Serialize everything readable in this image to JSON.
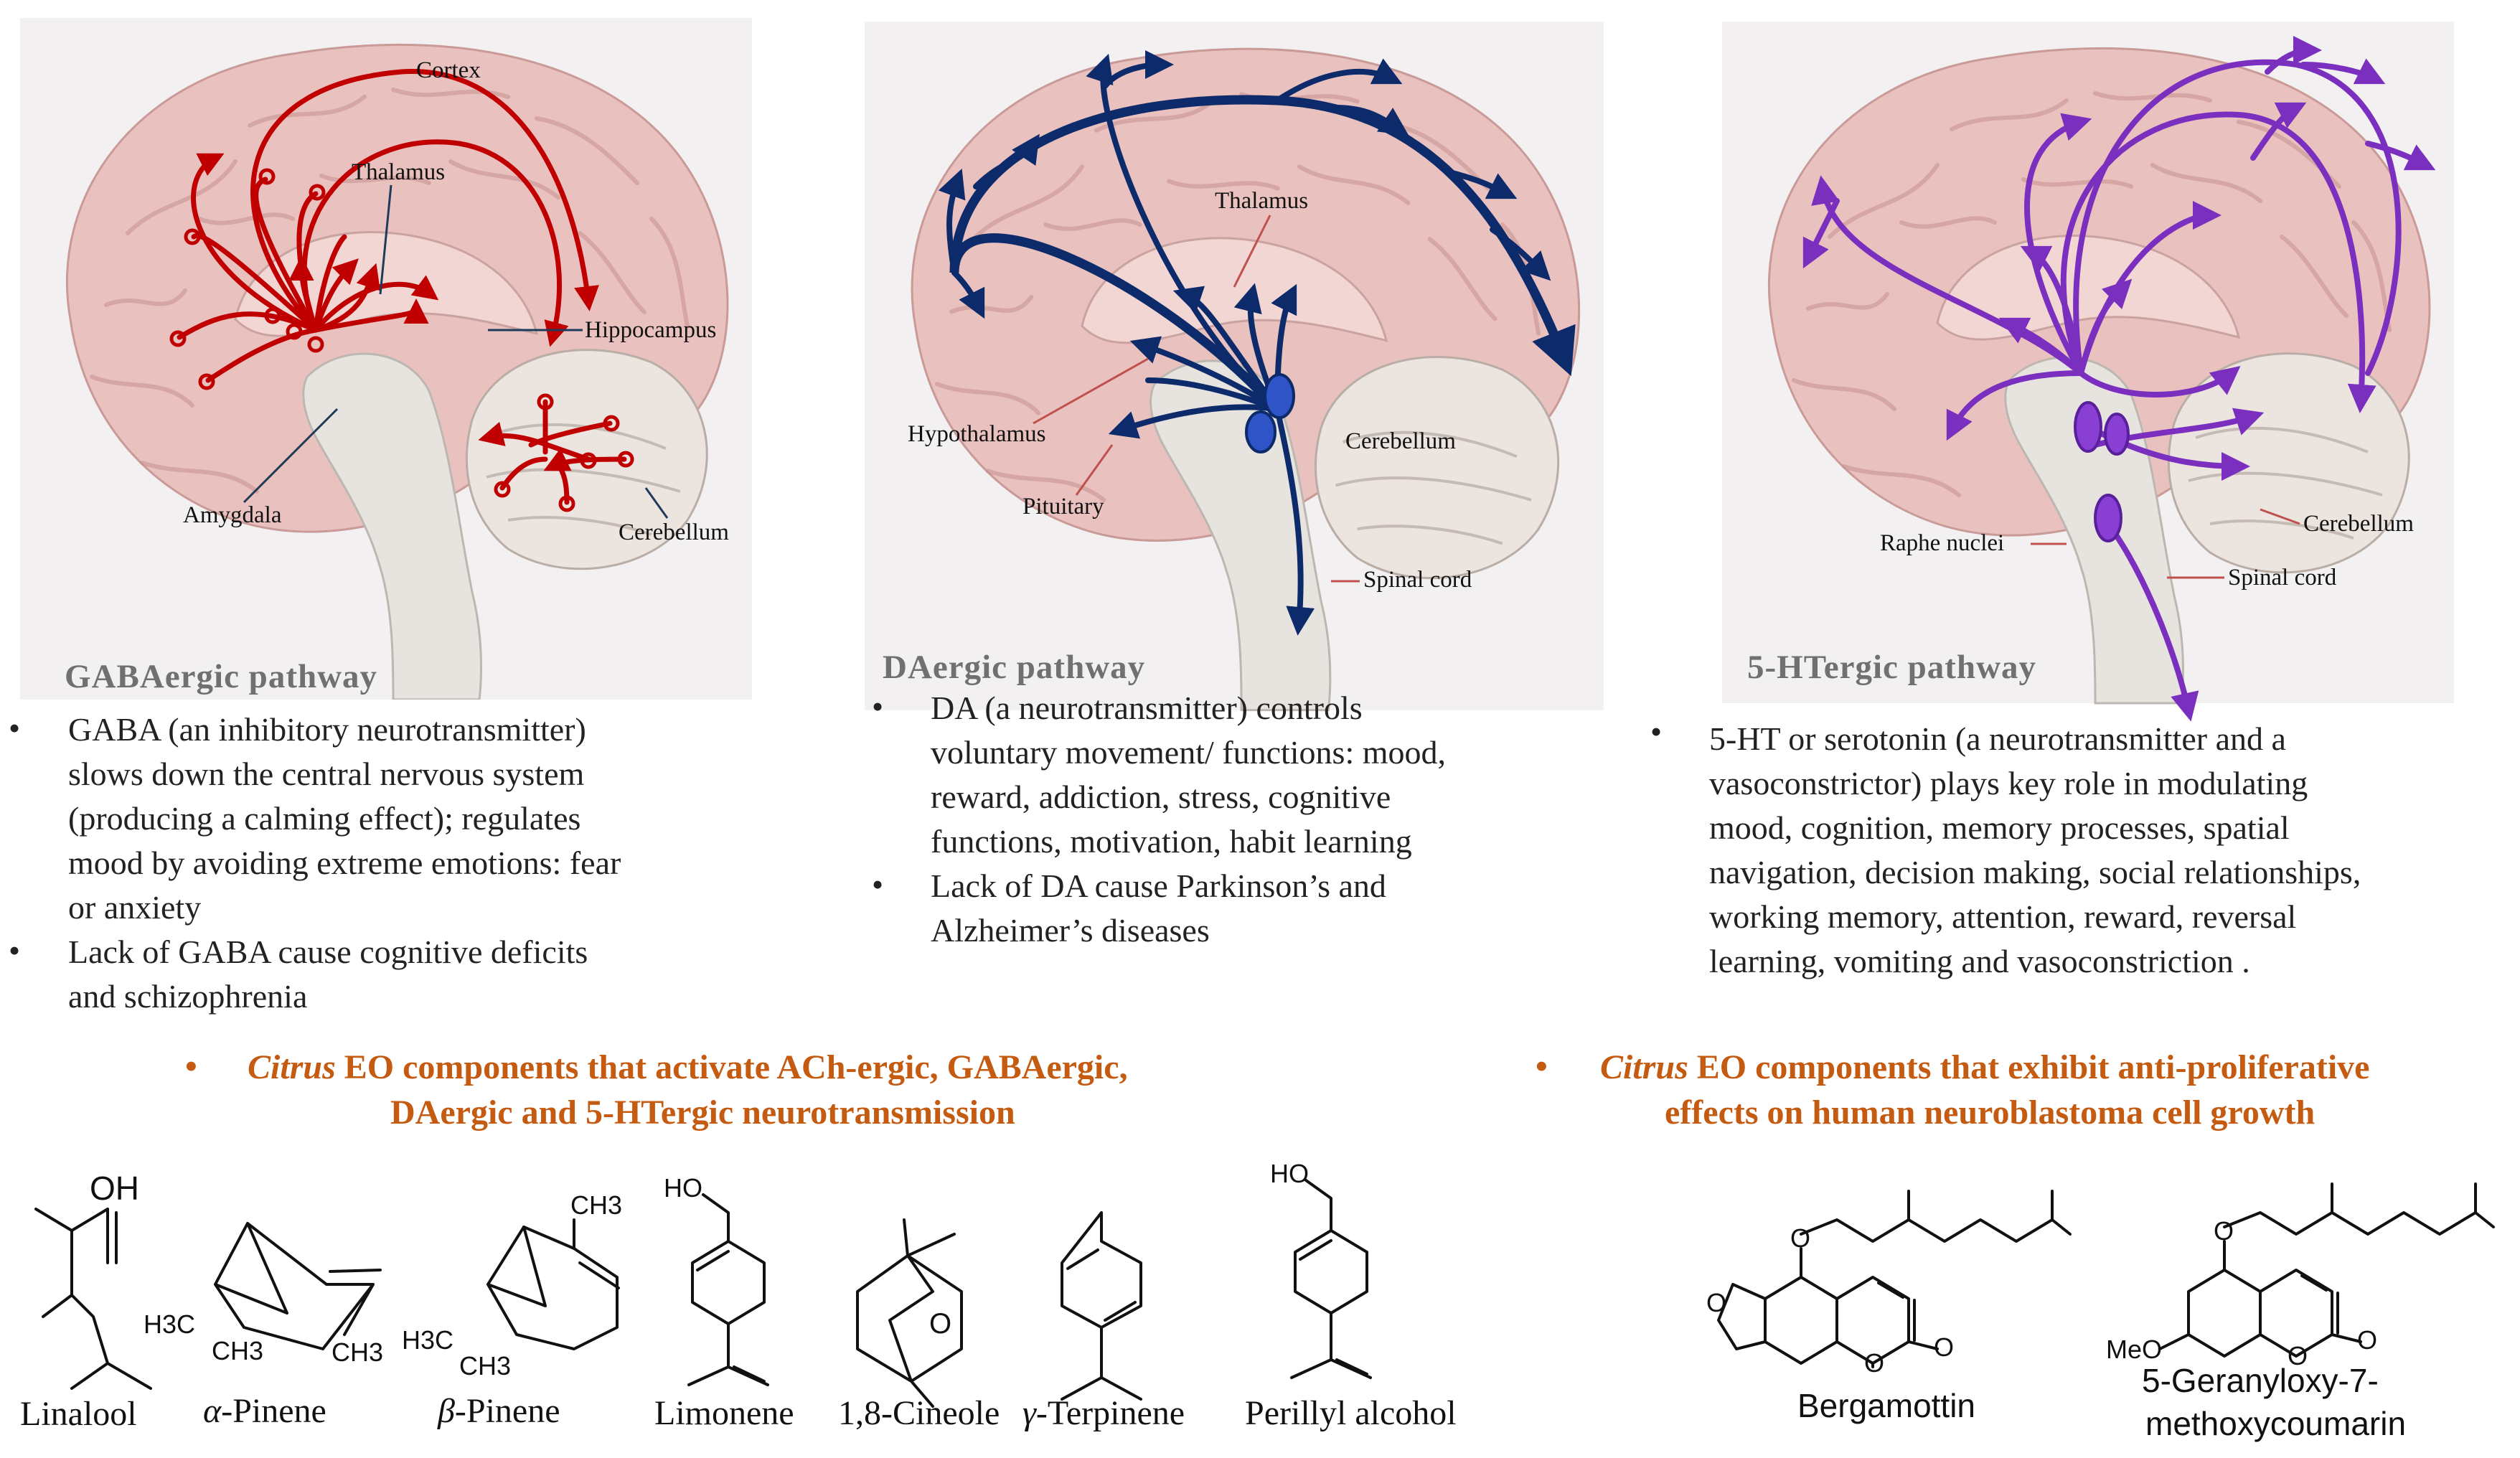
{
  "panels": [
    {
      "title": "GABAergic pathway",
      "labels": {
        "cortex": "Cortex",
        "thalamus": "Thalamus",
        "hippocampus": "Hippocampus",
        "amygdala": "Amygdala",
        "cerebellum": "Cerebellum"
      },
      "bullets": [
        [
          "GABA (an inhibitory neurotransmitter)",
          "slows down the central nervous system",
          "(producing a calming effect); regulates",
          "mood by avoiding extreme emotions: fear",
          "or anxiety"
        ],
        [
          "Lack of GABA cause cognitive deficits",
          "and schizophrenia"
        ]
      ],
      "color": "#c00000"
    },
    {
      "title": "DAergic pathway",
      "labels": {
        "thalamus": "Thalamus",
        "hypothalamus": "Hypothalamus",
        "pituitary": "Pituitary",
        "cerebellum": "Cerebellum",
        "spinal": "Spinal cord"
      },
      "bullets": [
        [
          "DA (a neurotransmitter) controls",
          "voluntary movement/ functions: mood,",
          "reward, addiction, stress, cognitive",
          "functions, motivation, habit learning"
        ],
        [
          "Lack of DA cause Parkinson’s and",
          "Alzheimer’s diseases"
        ]
      ],
      "color": "#0d2b6b"
    },
    {
      "title": "5-HTergic pathway",
      "labels": {
        "raphe": "Raphe nuclei",
        "cerebellum": "Cerebellum",
        "spinal": "Spinal cord"
      },
      "bullets": [
        [
          "5-HT or serotonin (a neurotransmitter and a",
          "vasoconstrictor) plays key role in modulating",
          "mood, cognition, memory processes, spatial",
          "navigation, decision making, social relationships,",
          "working memory, attention, reward, reversal",
          "learning, vomiting and vasoconstriction ."
        ]
      ],
      "color": "#7a2fbf"
    }
  ],
  "section_left": {
    "italic": "Citrus",
    "line1": " EO components that activate ACh-ergic, GABAergic,",
    "line2": "DAergic and 5-HTergic neurotransmission"
  },
  "section_right": {
    "italic": "Citrus",
    "line1": " EO components that exhibit anti-proliferative",
    "line2": "effects on human neuroblastoma cell growth"
  },
  "compounds": {
    "linalool": "Linalool",
    "apinene_greek": "α",
    "apinene": "-Pinene",
    "bpinene_greek": "β",
    "bpinene": "-Pinene",
    "limonene": "Limonene",
    "cineole": "1,8-Cineole",
    "terpinene_greek": "γ",
    "terpinene": "-Terpinene",
    "perillyl": "Perillyl alcohol",
    "bergamottin": "Bergamottin",
    "geranyloxy1": "5-Geranyloxy-7-",
    "geranyloxy2": "methoxycoumarin"
  },
  "atoms": {
    "OH": "OH",
    "HO": "HO",
    "O": "O",
    "CH3": "CH3",
    "H3C": "H3C",
    "MeO": "MeO"
  },
  "bullet_char": "•"
}
